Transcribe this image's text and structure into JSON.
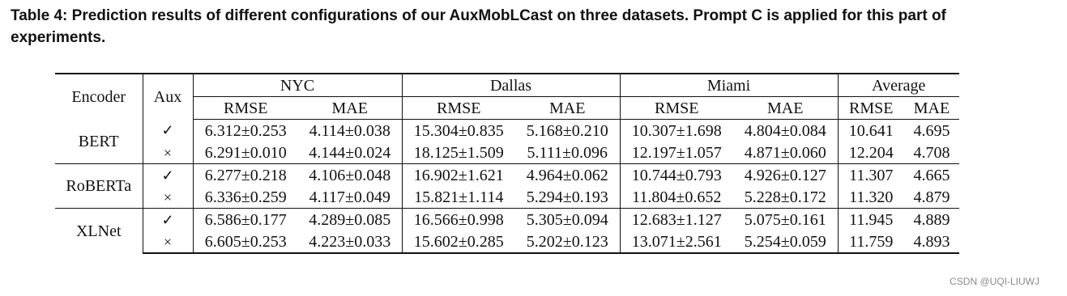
{
  "caption": "Table 4: Prediction results of different configurations of our AuxMobLCast on three datasets. Prompt C is applied for this part of experiments.",
  "header": {
    "encoder": "Encoder",
    "aux": "Aux",
    "datasets": [
      "NYC",
      "Dallas",
      "Miami",
      "Average"
    ],
    "metrics": [
      "RMSE",
      "MAE",
      "RMSE",
      "MAE",
      "RMSE",
      "MAE",
      "RMSE",
      "MAE"
    ]
  },
  "marks": {
    "yes": "✓",
    "no": "×"
  },
  "groups": [
    {
      "encoder": "BERT",
      "rows": [
        {
          "aux": "✓",
          "values": [
            "6.312±0.253",
            "4.114±0.038",
            "15.304±0.835",
            "5.168±0.210",
            "10.307±1.698",
            "4.804±0.084",
            "10.641",
            "4.695"
          ]
        },
        {
          "aux": "×",
          "values": [
            "6.291±0.010",
            "4.144±0.024",
            "18.125±1.509",
            "5.111±0.096",
            "12.197±1.057",
            "4.871±0.060",
            "12.204",
            "4.708"
          ]
        }
      ]
    },
    {
      "encoder": "RoBERTa",
      "rows": [
        {
          "aux": "✓",
          "values": [
            "6.277±0.218",
            "4.106±0.048",
            "16.902±1.621",
            "4.964±0.062",
            "10.744±0.793",
            "4.926±0.127",
            "11.307",
            "4.665"
          ]
        },
        {
          "aux": "×",
          "values": [
            "6.336±0.259",
            "4.117±0.049",
            "15.821±1.114",
            "5.294±0.193",
            "11.804±0.652",
            "5.228±0.172",
            "11.320",
            "4.879"
          ]
        }
      ]
    },
    {
      "encoder": "XLNet",
      "rows": [
        {
          "aux": "✓",
          "values": [
            "6.586±0.177",
            "4.289±0.085",
            "16.566±0.998",
            "5.305±0.094",
            "12.683±1.127",
            "5.075±0.161",
            "11.945",
            "4.889"
          ]
        },
        {
          "aux": "×",
          "values": [
            "6.605±0.253",
            "4.223±0.033",
            "15.602±0.285",
            "5.202±0.123",
            "13.071±2.561",
            "5.254±0.059",
            "11.759",
            "4.893"
          ]
        }
      ]
    }
  ],
  "watermark": "CSDN @UQI-LIUWJ"
}
